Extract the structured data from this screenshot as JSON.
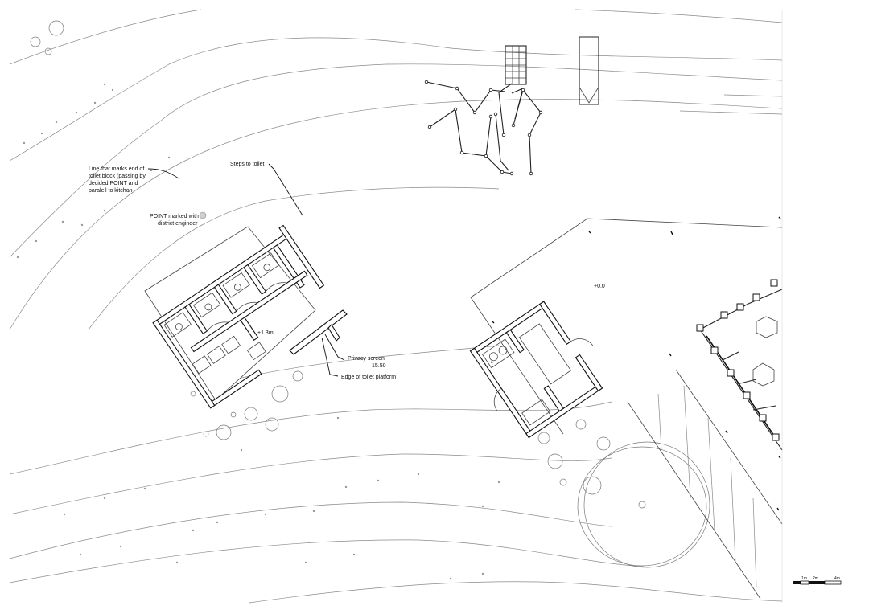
{
  "labels": {
    "end_line_1": "Line that marks end of",
    "end_line_2": "toilet block (passing by",
    "end_line_3": "decided POINT and",
    "end_line_4": "paralell to kitchen",
    "steps": "Steps to toilet",
    "point_1": "POINT marked with",
    "point_2": "district engineer",
    "level_toilet": "+1.3m",
    "privacy_1": "Privacy screen",
    "privacy_2": "15.50",
    "platform_edge": "Edge of toilet platform",
    "level_kitchen": "+0.0"
  },
  "scale_bar": {
    "ticks": [
      "1m",
      "2m",
      "4m"
    ]
  }
}
